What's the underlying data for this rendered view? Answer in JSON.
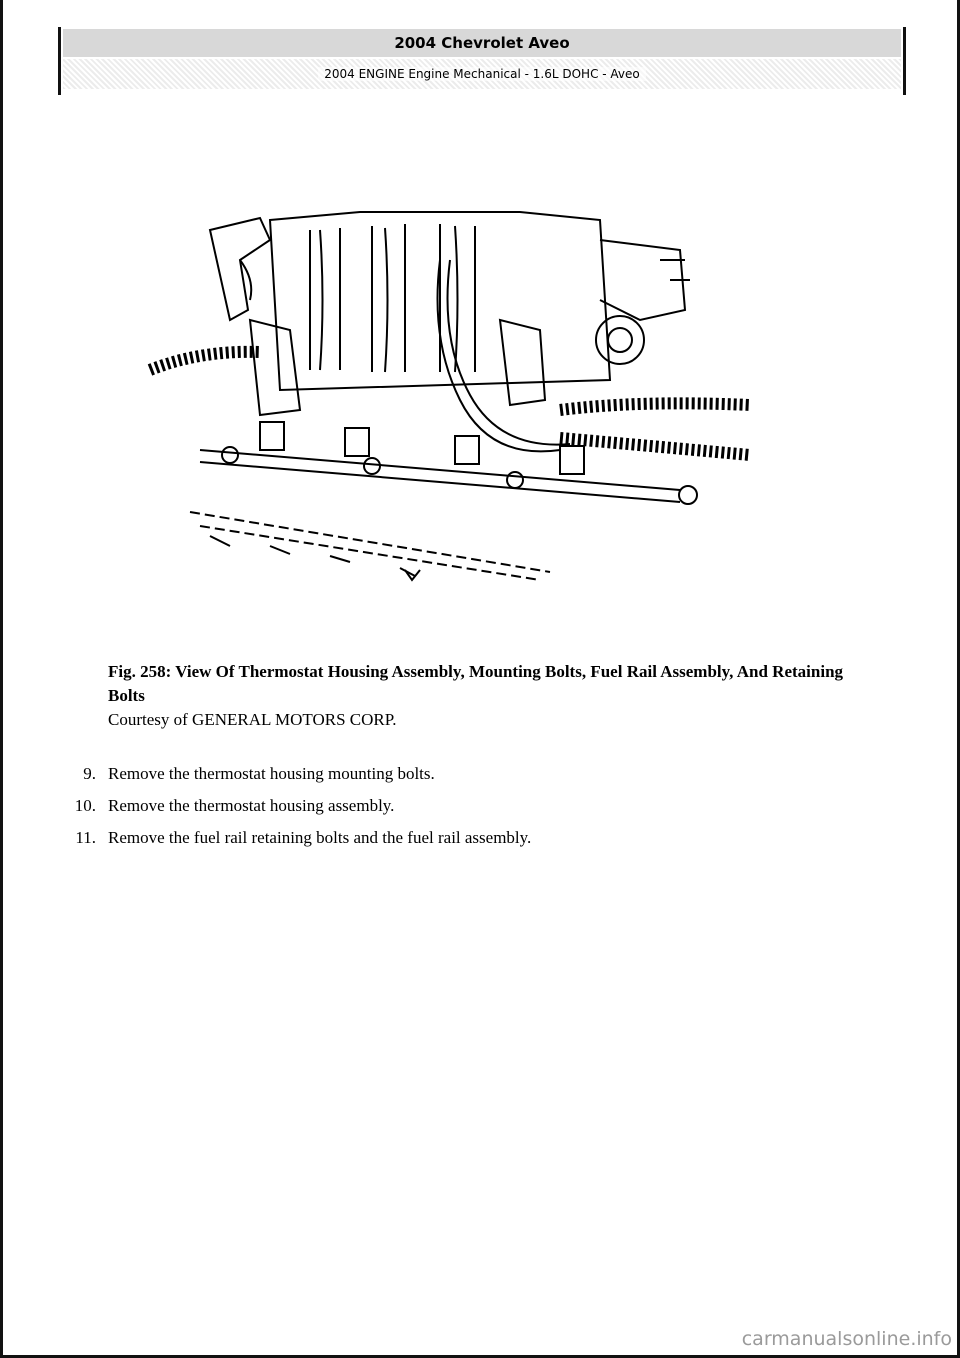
{
  "header": {
    "title": "2004 Chevrolet Aveo",
    "subtitle": "2004 ENGINE Engine Mechanical - 1.6L DOHC - Aveo"
  },
  "figure": {
    "caption_title": "Fig. 258: View Of Thermostat Housing Assembly, Mounting Bolts, Fuel Rail Assembly, And Retaining Bolts",
    "courtesy": "Courtesy of GENERAL MOTORS CORP."
  },
  "steps": [
    {
      "num": "9.",
      "text": "Remove the thermostat housing mounting bolts."
    },
    {
      "num": "10.",
      "text": "Remove the thermostat housing assembly."
    },
    {
      "num": "11.",
      "text": "Remove the fuel rail retaining bolts and the fuel rail assembly."
    }
  ],
  "watermark": "carmanualsonline.info"
}
